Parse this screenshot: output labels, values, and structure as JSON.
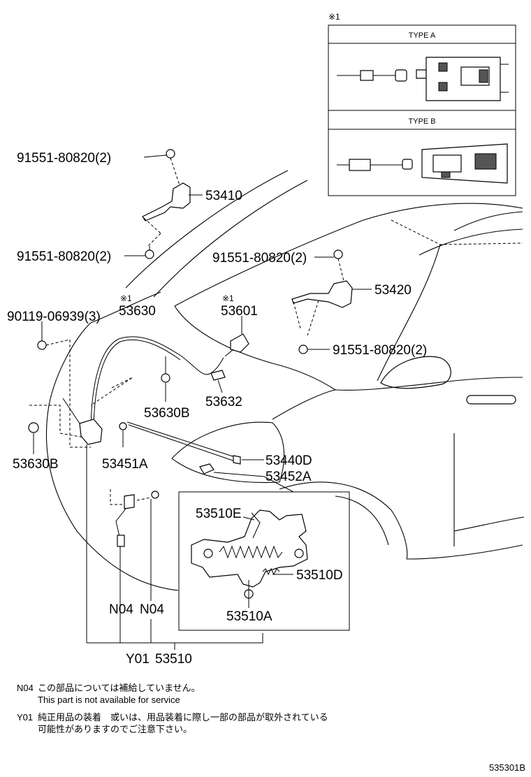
{
  "type_box": {
    "ref_mark": "※1",
    "type_a": "TYPE A",
    "type_b": "TYPE B"
  },
  "labels": {
    "p91551_top": "91551-80820(2)",
    "p53410": "53410",
    "p91551_left": "91551-80820(2)",
    "p91551_mid": "91551-80820(2)",
    "p53420": "53420",
    "p90119": "90119-06939(3)",
    "ref_53630": "※1",
    "p53630": "53630",
    "ref_53601": "※1",
    "p53601": "53601",
    "p91551_right": "91551-80820(2)",
    "p53630B_a": "53630B",
    "p53632": "53632",
    "p53630B_b": "53630B",
    "p53451A": "53451A",
    "p53440D": "53440D",
    "p53452A": "53452A",
    "p53510E": "53510E",
    "p53510D": "53510D",
    "p53510A": "53510A",
    "n04_a": "N04",
    "n04_b": "N04",
    "y01": "Y01",
    "p53510": "53510"
  },
  "notes": {
    "n04_code": "N04",
    "n04_jp": "この部品については補給していません。",
    "n04_en": "This part is not available for service",
    "y01_code": "Y01",
    "y01_jp1": "純正用品の装着　或いは、用品装着に際し一部の部品が取外されている",
    "y01_jp2": "可能性がありますのでご注意下さい。"
  },
  "catalog_number": "535301B"
}
